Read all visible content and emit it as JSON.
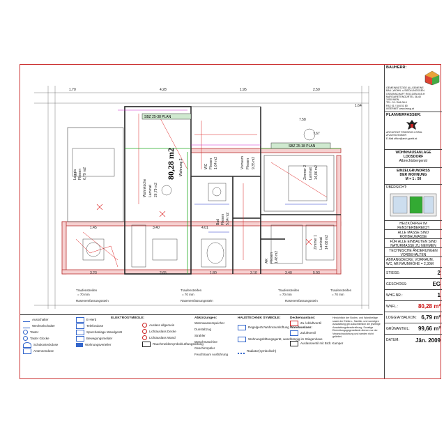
{
  "plan": {
    "area_label": "80,28 m2",
    "apartment_label": "Wohnung 2",
    "rooms": [
      {
        "name": "Wohnküche",
        "area": "Laminat",
        "size": "26,79 m2"
      },
      {
        "name": "Zimmer 2",
        "area": "Laminat",
        "size": "14,86 m2"
      },
      {
        "name": "Zimmer 1",
        "area": "Laminat",
        "size": "14,68 m2"
      },
      {
        "name": "Vorraum",
        "area": "Fliesen",
        "size": "9,35 m2"
      },
      {
        "name": "Bad",
        "area": "Fliesen",
        "size": "5,64 m2"
      },
      {
        "name": "AR",
        "area": "Fliesen",
        "size": "1,48 m2"
      },
      {
        "name": "WC",
        "area": "Fliesen",
        "size": "1,64 m2"
      },
      {
        "name": "Loggia",
        "area": "Fliesen",
        "size": "6,79 m2"
      }
    ],
    "labels": {
      "sbz1": "SBZ 25-38 PLAN",
      "sbz2": "SBZ 25-38 PLAN",
      "lawn1": "Rasenemfassungsstein",
      "lawn2": "Rasenemfassungsstein",
      "lawn3": "Rasenemfassungsstein",
      "drip1": "Traufenstreifen",
      "drip2": "Traufenstreifen",
      "drip3": "Traufenstreifen",
      "drip4": "Traufenstreifen",
      "drip_w": "= 70 mm"
    },
    "dims": [
      "1.70",
      "4.28",
      "1.95",
      "2.50",
      "1.45",
      "3.40",
      "4.01",
      "5.93",
      "3.10",
      "3.23",
      "2.65",
      "1.80",
      "3.40",
      "7.67",
      "1.64",
      "7.58"
    ]
  },
  "titleblock": {
    "bauherr_label": "BAUHERR:",
    "bauherr_text": [
      "GEMEINNÜTZIGE ALLGEMEINE",
      "BAU-,WOHN- u.SIEDLUNGSGEN.",
      "OSSENSCHAFT REG.GEN.M.B.H",
      "MARGARETENGÜRTEL 36-40",
      "1050 WIEN",
      "TEL. 01 / 546 08-0",
      "FAX 01 / 544 51 80",
      "INTERNET www.bwsg.at"
    ],
    "planverfasser_label": "PLANVERFASSER:",
    "planverfasser_text": [
      "ARCHITEKT FRIEDRICH GÖBL",
      "ZIVILTECHNIKER",
      "E-Mail office@arch-goebl.at"
    ],
    "project": [
      "WOHNHAUSANLAGE",
      "LOOSDORF",
      "Albrechtsbergerstr"
    ],
    "plan_title": [
      "EINZELGRUNDRISS",
      "DER WOHNUNG"
    ],
    "scale": "M = 1 : 50",
    "overview_label": "ÜBERSICHT:",
    "notes": [
      "HEIZKÖRPER IM FENSTERBEREICH",
      "ALLE MASSE SIND ROHBAUMASSE",
      "FÜR ALLE EINBAUTEN SIND NATURMASSE ZU NEHMEN",
      "TECHNISCHE ÄNDERUNGEN VORBEHALTEN"
    ],
    "ceiling": "ABHANGDECKE: VORRAUM, WC, AR RAUMHÖHE = 2,30M",
    "fields": [
      {
        "label": "STIEGE:",
        "value": "2"
      },
      {
        "label": "GESCHOSS:",
        "value": "EG"
      },
      {
        "label": "WHG.NR.:",
        "value": "1"
      },
      {
        "label": "WNFL.:",
        "value": "80,28 m²"
      },
      {
        "label": "LOGGIA/ BALKON:",
        "value": "6,79 m²"
      },
      {
        "label": "GRÜNANTEIL:",
        "value": "99,66 m²"
      },
      {
        "label": "DATUM:",
        "value": "Jän. 2009"
      }
    ]
  },
  "legend": {
    "col1": [
      "Ausschalter",
      "Wechselschalter",
      "Taster",
      "Taster Glocke",
      "Schukosteckdose",
      "Antennendose"
    ],
    "elektro_title": "ELEKTROSYMBOLE:",
    "col2": [
      "E-Herd",
      "Telefondose",
      "Sprechanlage Wandgerät",
      "Bewegungsmelder",
      "Wohnungsverteiler"
    ],
    "col3": [
      "Auslass allgemein",
      "Lichtauslass Decke",
      "Lichtauslass Wand",
      "Rauchmeldersymbol/Lüftungsleitung"
    ],
    "abk_title": "Abkürzungen:",
    "col4": [
      "Warmwasserspeicher",
      "Dunstabzug",
      "Strahler",
      "Waschmaschine",
      "Geschirrspüler",
      "Feuchtraum Ausführung"
    ],
    "haus_title": "HAUSTECHNIK SYMBOLE:",
    "col5": [
      "Regelgerät Wohnraumlüftung",
      "Wohnungslüftungsgerät, wandhängig im Stiegenhaus",
      "Radiator(symbolisch)"
    ],
    "col6_title": "Deckenauslass:",
    "col6a": "Zu-/Abluftventil",
    "col6_title2": "Wandauslass:",
    "col6b": "Zuluftventil",
    "col6c": "Auslassventil mit Brdt. Kamper",
    "disclaimer": "Hinsichtlich der Boden- und Wandbeläge sowie der Elektro-, Sanitär- und sonstigen Ausstattung gilt ausschließlich die jeweilige Ausstattungsbeschreibung. Sonstige Einrichtungsgegenstände dienen nur der Veranschaulichung und werden nicht geliefert."
  }
}
